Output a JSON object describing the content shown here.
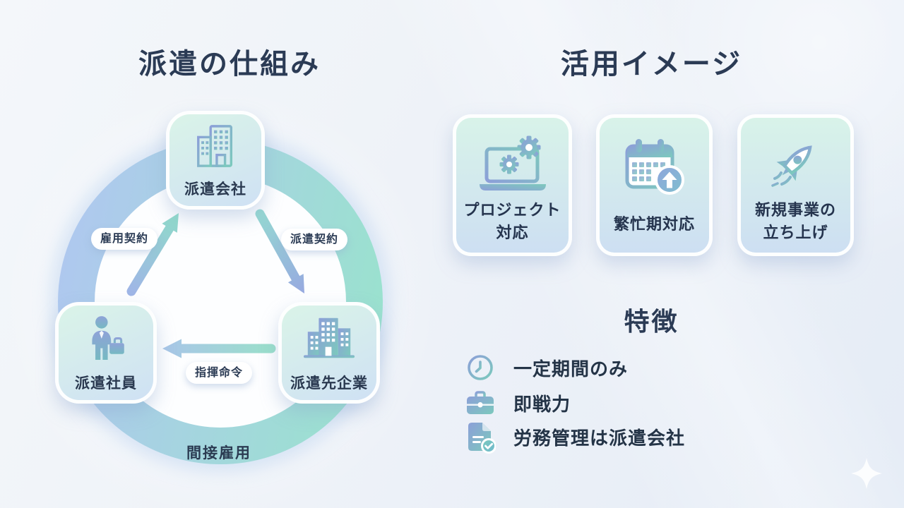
{
  "left": {
    "title": "派遣の仕組み",
    "nodes": [
      {
        "label": "派遣会社",
        "icon": "office-building-icon"
      },
      {
        "label": "派遣社員",
        "icon": "business-person-icon"
      },
      {
        "label": "派遣先企業",
        "icon": "company-buildings-icon"
      }
    ],
    "arrows": [
      {
        "label": "雇用契約",
        "from": "派遣社員",
        "to": "派遣会社"
      },
      {
        "label": "派遣契約",
        "from": "派遣会社",
        "to": "派遣先企業"
      },
      {
        "label": "指揮命令",
        "from": "派遣先企業",
        "to": "派遣社員"
      }
    ],
    "caption": "間接雇用"
  },
  "right": {
    "usage": {
      "title": "活用イメージ",
      "cards": [
        {
          "label": "プロジェクト\n対応",
          "icon": "laptop-gears-icon"
        },
        {
          "label": "繁忙期対応",
          "icon": "calendar-up-icon"
        },
        {
          "label": "新規事業の\n立ち上げ",
          "icon": "rocket-icon"
        }
      ]
    },
    "features": {
      "title": "特徴",
      "items": [
        {
          "label": "一定期間のみ",
          "icon": "clock-icon"
        },
        {
          "label": "即戦力",
          "icon": "briefcase-icon"
        },
        {
          "label": "労務管理は派遣会社",
          "icon": "document-check-icon"
        }
      ]
    }
  },
  "decor": {
    "bottom_right": "sparkle-icon"
  },
  "colors": {
    "title_text": "#2b3b55",
    "body_text": "#243447",
    "icon_gradient_start": "#8c9fd8",
    "icon_gradient_end": "#7cc9bd",
    "ring_gradient_start": "#afc8ef",
    "ring_gradient_end": "#9ae2ce",
    "node_card_gradient_start": "#daf4e8",
    "node_card_gradient_end": "#cfe1f4",
    "pill_background": "#ffffff",
    "arrow_blue": "#9fb6e6",
    "arrow_teal": "#8fdcc9"
  }
}
